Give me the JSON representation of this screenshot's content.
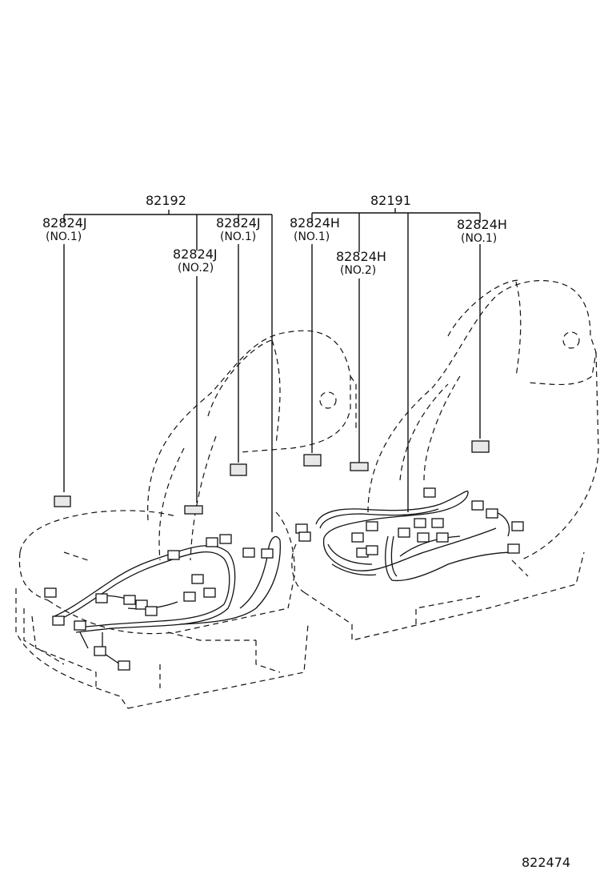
{
  "diagram": {
    "groups": [
      {
        "id": "left",
        "assembly_number": "82192",
        "parts": [
          {
            "part": "82824J",
            "note": "(NO.1)"
          },
          {
            "part": "82824J",
            "note": "(NO.2)"
          },
          {
            "part": "82824J",
            "note": "(NO.1)"
          }
        ]
      },
      {
        "id": "right",
        "assembly_number": "82191",
        "parts": [
          {
            "part": "82824H",
            "note": "(NO.1)"
          },
          {
            "part": "82824H",
            "note": "(NO.2)"
          },
          {
            "part": "82824H",
            "note": "(NO.1)"
          }
        ]
      }
    ],
    "illustration_number": "822474"
  }
}
